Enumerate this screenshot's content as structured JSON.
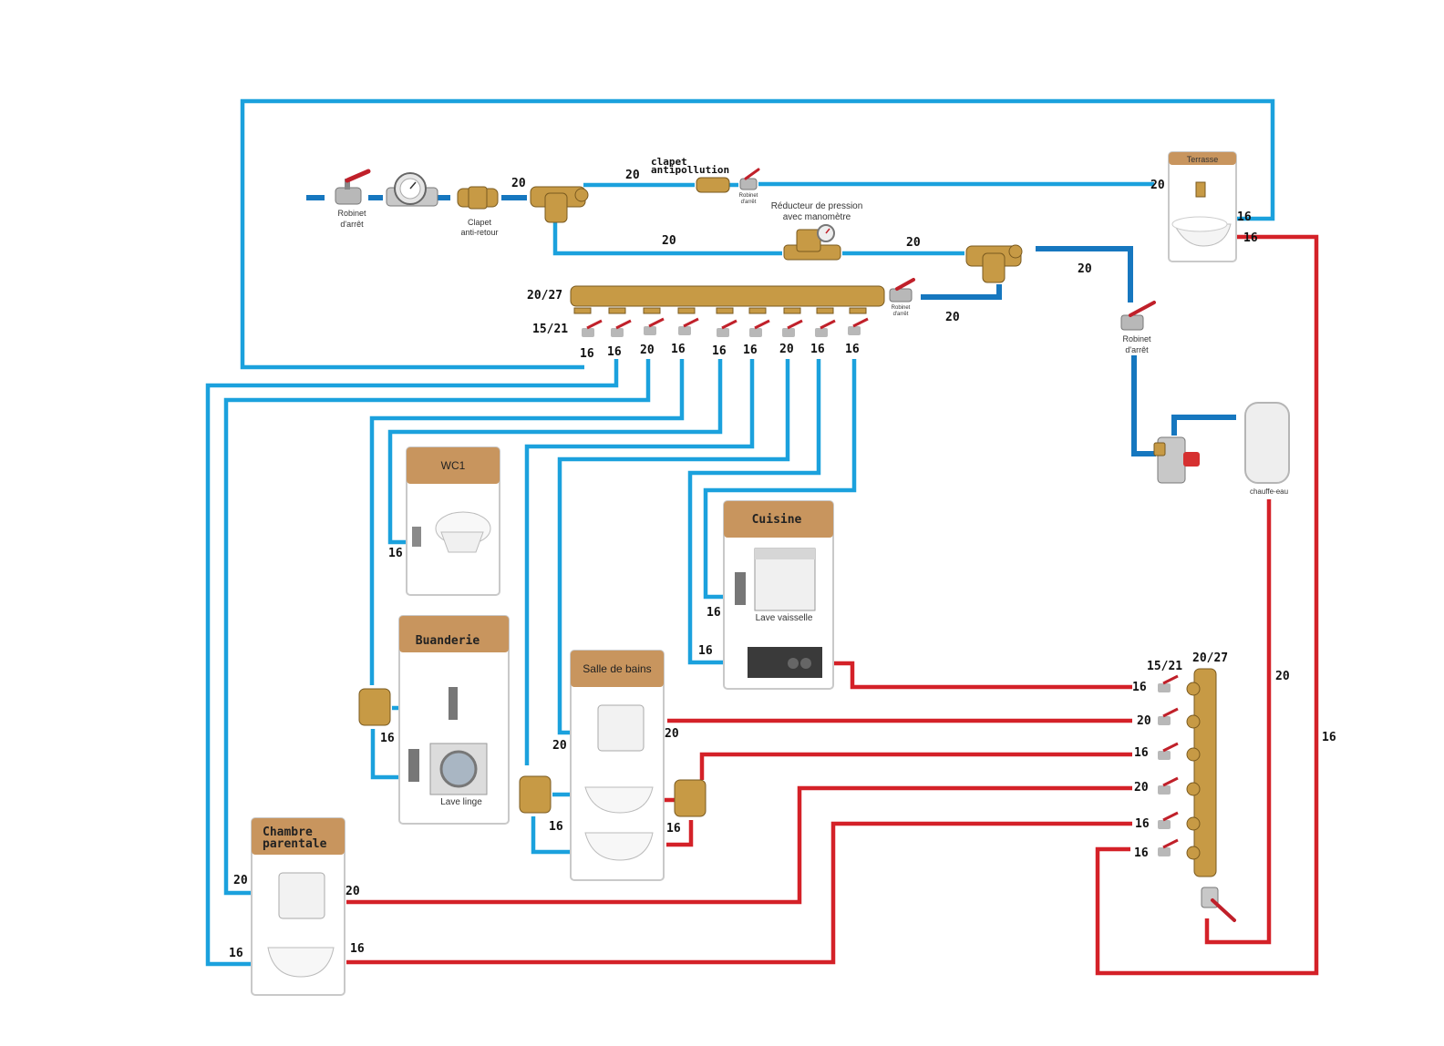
{
  "labels": {
    "valve_main_line1": "Robinet",
    "valve_main_line2": "d'arrêt",
    "check_line1": "Clapet",
    "check_line2": "anti-retour",
    "antipollution_line1": "clapet",
    "antipollution_line2": "antipollution",
    "small_valve_line1": "Robinet",
    "small_valve_line2": "d'arrêt",
    "reducer_line1": "Réducteur de pression",
    "reducer_line2": "avec manomètre",
    "valve_coll_line1": "Robinet",
    "valve_coll_line2": "d'arrêt",
    "valve_right_line1": "Robinet",
    "valve_right_line2": "d'arrêt",
    "heater": "chauffe-eau",
    "dishwasher": "Lave vaisselle",
    "washer": "Lave linge"
  },
  "rooms": {
    "terrasse": "Terrasse",
    "wc": "WC1",
    "buanderie": "Buanderie",
    "cuisine": "Cuisine",
    "sdb": "Salle de bains",
    "chambre_line1": "Chambre",
    "chambre_line2": "parentale"
  },
  "sizes": {
    "main_in": "20",
    "antipollution_in": "20",
    "terrasse_in": "20",
    "reducer_in": "20",
    "reducer_out": "20",
    "heater_line": "20",
    "coll_feed": "20",
    "coll_cold_main": "20/27",
    "coll_cold_sub": "15/21",
    "terrasse_cold": "16",
    "terrasse_hot": "16",
    "outlet_1": "16",
    "outlet_2": "16",
    "outlet_3": "20",
    "outlet_4": "16",
    "outlet_5": "16",
    "outlet_6": "16",
    "outlet_7": "20",
    "outlet_8": "16",
    "outlet_9": "16",
    "wc": "16",
    "buanderie": "16",
    "cuisine_dishwasher": "16",
    "cuisine_sink": "16",
    "sdb_shower_cold": "20",
    "sdb_shower_hot": "20",
    "sdb_basin_cold": "16",
    "sdb_basin_hot": "16",
    "chambre_shower_cold": "20",
    "chambre_shower_hot": "20",
    "chambre_basin_cold": "16",
    "chambre_basin_hot": "16",
    "hot_main": "20/27",
    "hot_sub": "15/21",
    "hot_1": "16",
    "hot_2": "20",
    "hot_3": "16",
    "hot_4": "20",
    "hot_5": "16",
    "hot_6": "16",
    "heater_out": "20",
    "terrasse_return": "16"
  },
  "colors": {
    "cold": "#1ba1dd",
    "cold_dark": "#1677bf",
    "hot": "#d42128",
    "brass": "#c79a45",
    "room_header": "#c8955e"
  }
}
